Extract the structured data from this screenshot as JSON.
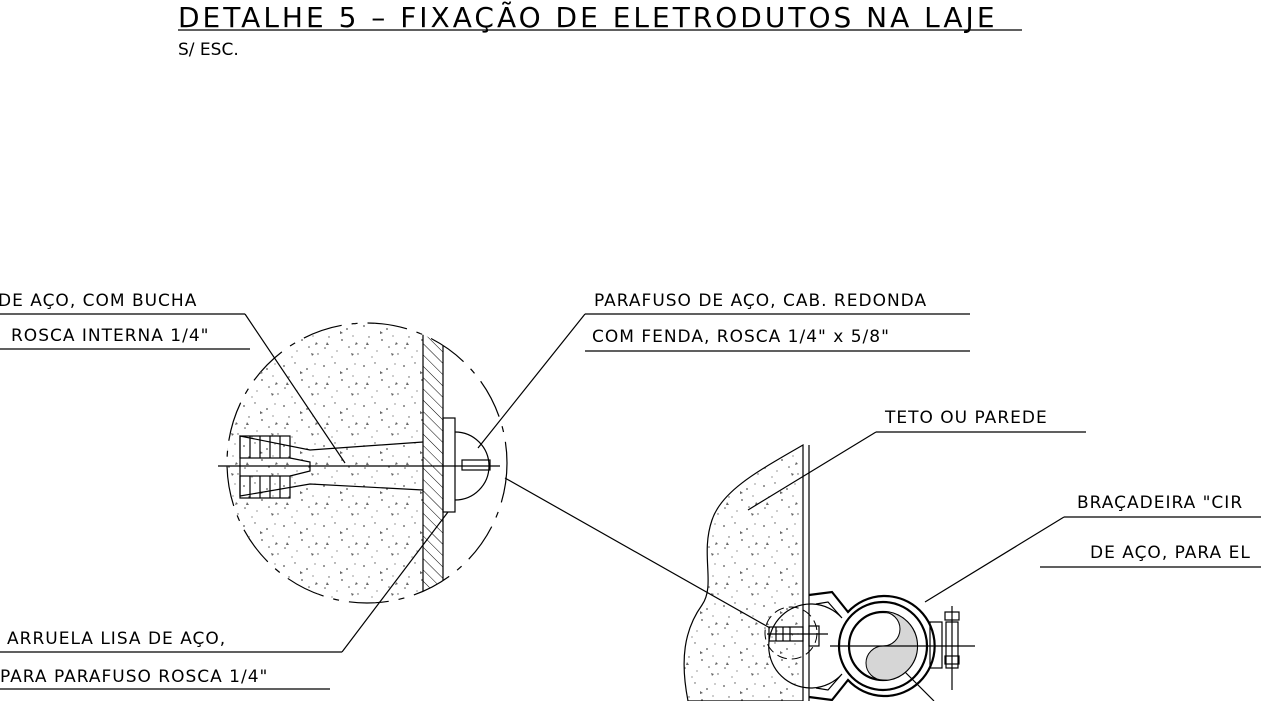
{
  "title": "DETALHE 5 – FIXAÇÃO DE ELETRODUTOS NA LAJE",
  "scale_note": "S/ ESC.",
  "labels": {
    "anchor_line1": "DE AÇO, COM BUCHA",
    "anchor_line2": "ROSCA INTERNA 1/4\"",
    "screw_line1": "PARAFUSO DE AÇO, CAB. REDONDA",
    "screw_line2": "COM FENDA, ROSCA 1/4\" x 5/8\"",
    "ceiling": "TETO OU PAREDE",
    "clamp_line1": "BRAÇADEIRA \"CIR",
    "clamp_line2": "DE AÇO, PARA EL",
    "washer_line1": "ARRUELA LISA DE AÇO,",
    "washer_line2": "PARA PARAFUSO ROSCA 1/4\""
  }
}
